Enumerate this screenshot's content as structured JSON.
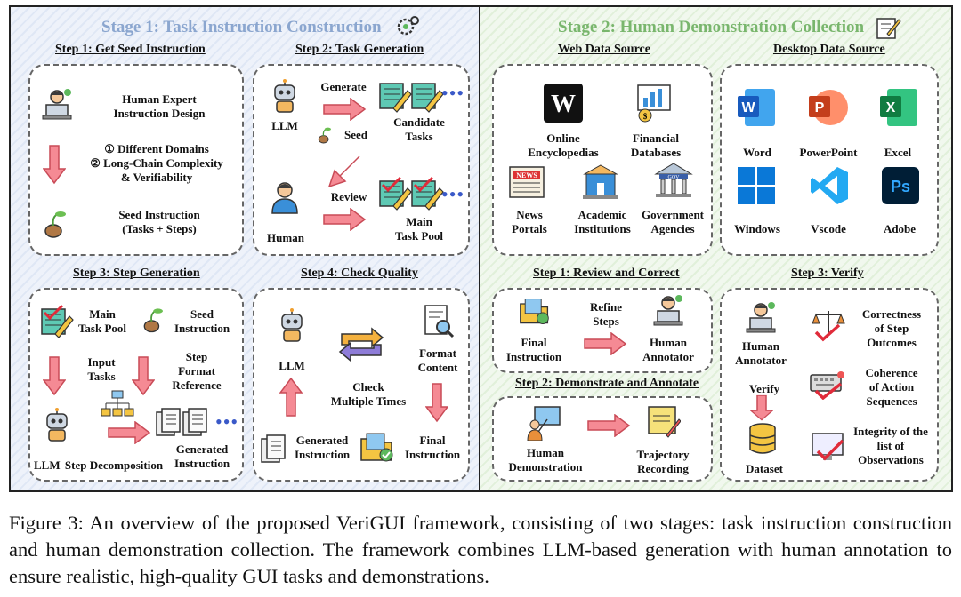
{
  "stage1": {
    "title": "Stage 1: Task Instruction Construction",
    "step1": {
      "heading": "Step 1: Get Seed Instruction",
      "expert": "Human Expert\nInstruction Design",
      "criteria1": "① Different Domains",
      "criteria2": "② Long-Chain Complexity",
      "criteria3": "& Verifiability",
      "seed": "Seed Instruction\n(Tasks + Steps)"
    },
    "step2": {
      "heading": "Step 2: Task Generation",
      "llm": "LLM",
      "generate": "Generate",
      "seed": "Seed",
      "candidate": "Candidate\nTasks",
      "review": "Review",
      "human": "Human",
      "pool": "Main\nTask Pool"
    },
    "step3": {
      "heading": "Step 3: Step Generation",
      "main_pool": "Main\nTask Pool",
      "seed_instr": "Seed\nInstruction",
      "input_tasks": "Input\nTasks",
      "step_format": "Step\nFormat\nReference",
      "llm": "LLM",
      "decomp": "Step Decomposition",
      "generated": "Generated\nInstruction"
    },
    "step4": {
      "heading": "Step 4: Check Quality",
      "llm": "LLM",
      "check": "Check\nMultiple Times",
      "format": "Format\nContent",
      "generated": "Generated\nInstruction",
      "final": "Final\nInstruction"
    }
  },
  "stage2": {
    "title": "Stage 2: Human Demonstration Collection",
    "web": {
      "heading": "Web Data Source",
      "items": [
        "Online\nEncyclopedias",
        "Financial\nDatabases",
        "News\nPortals",
        "Academic\nInstitutions",
        "Government\nAgencies"
      ]
    },
    "desktop": {
      "heading": "Desktop Data Source",
      "items": [
        "Word",
        "PowerPoint",
        "Excel",
        "Windows",
        "Vscode",
        "Adobe"
      ]
    },
    "review": {
      "heading": "Step 1: Review and Correct",
      "final": "Final\nInstruction",
      "refine": "Refine\nSteps",
      "annotator": "Human\nAnnotator"
    },
    "demo": {
      "heading": "Step 2: Demonstrate and Annotate",
      "human_demo": "Human\nDemonstration",
      "trajectory": "Trajectory\nRecording"
    },
    "verify": {
      "heading": "Step 3: Verify",
      "annotator": "Human\nAnnotator",
      "verify": "Verify",
      "dataset": "Dataset",
      "c1": "Correctness\nof Step\nOutcomes",
      "c2": "Coherence\nof Action\nSequences",
      "c3": "Integrity of the\nlist of\nObservations"
    }
  },
  "caption": "Figure 3:  An overview of the proposed VeriGUI framework, consisting of two stages:  task instruction construction and human demonstration collection. The framework combines LLM-based generation with human annotation to ensure realistic, high-quality GUI tasks and demonstrations.",
  "colors": {
    "stage1_title": "#8ba6cf",
    "stage2_title": "#79b66d",
    "arrow": "#f07a86"
  }
}
